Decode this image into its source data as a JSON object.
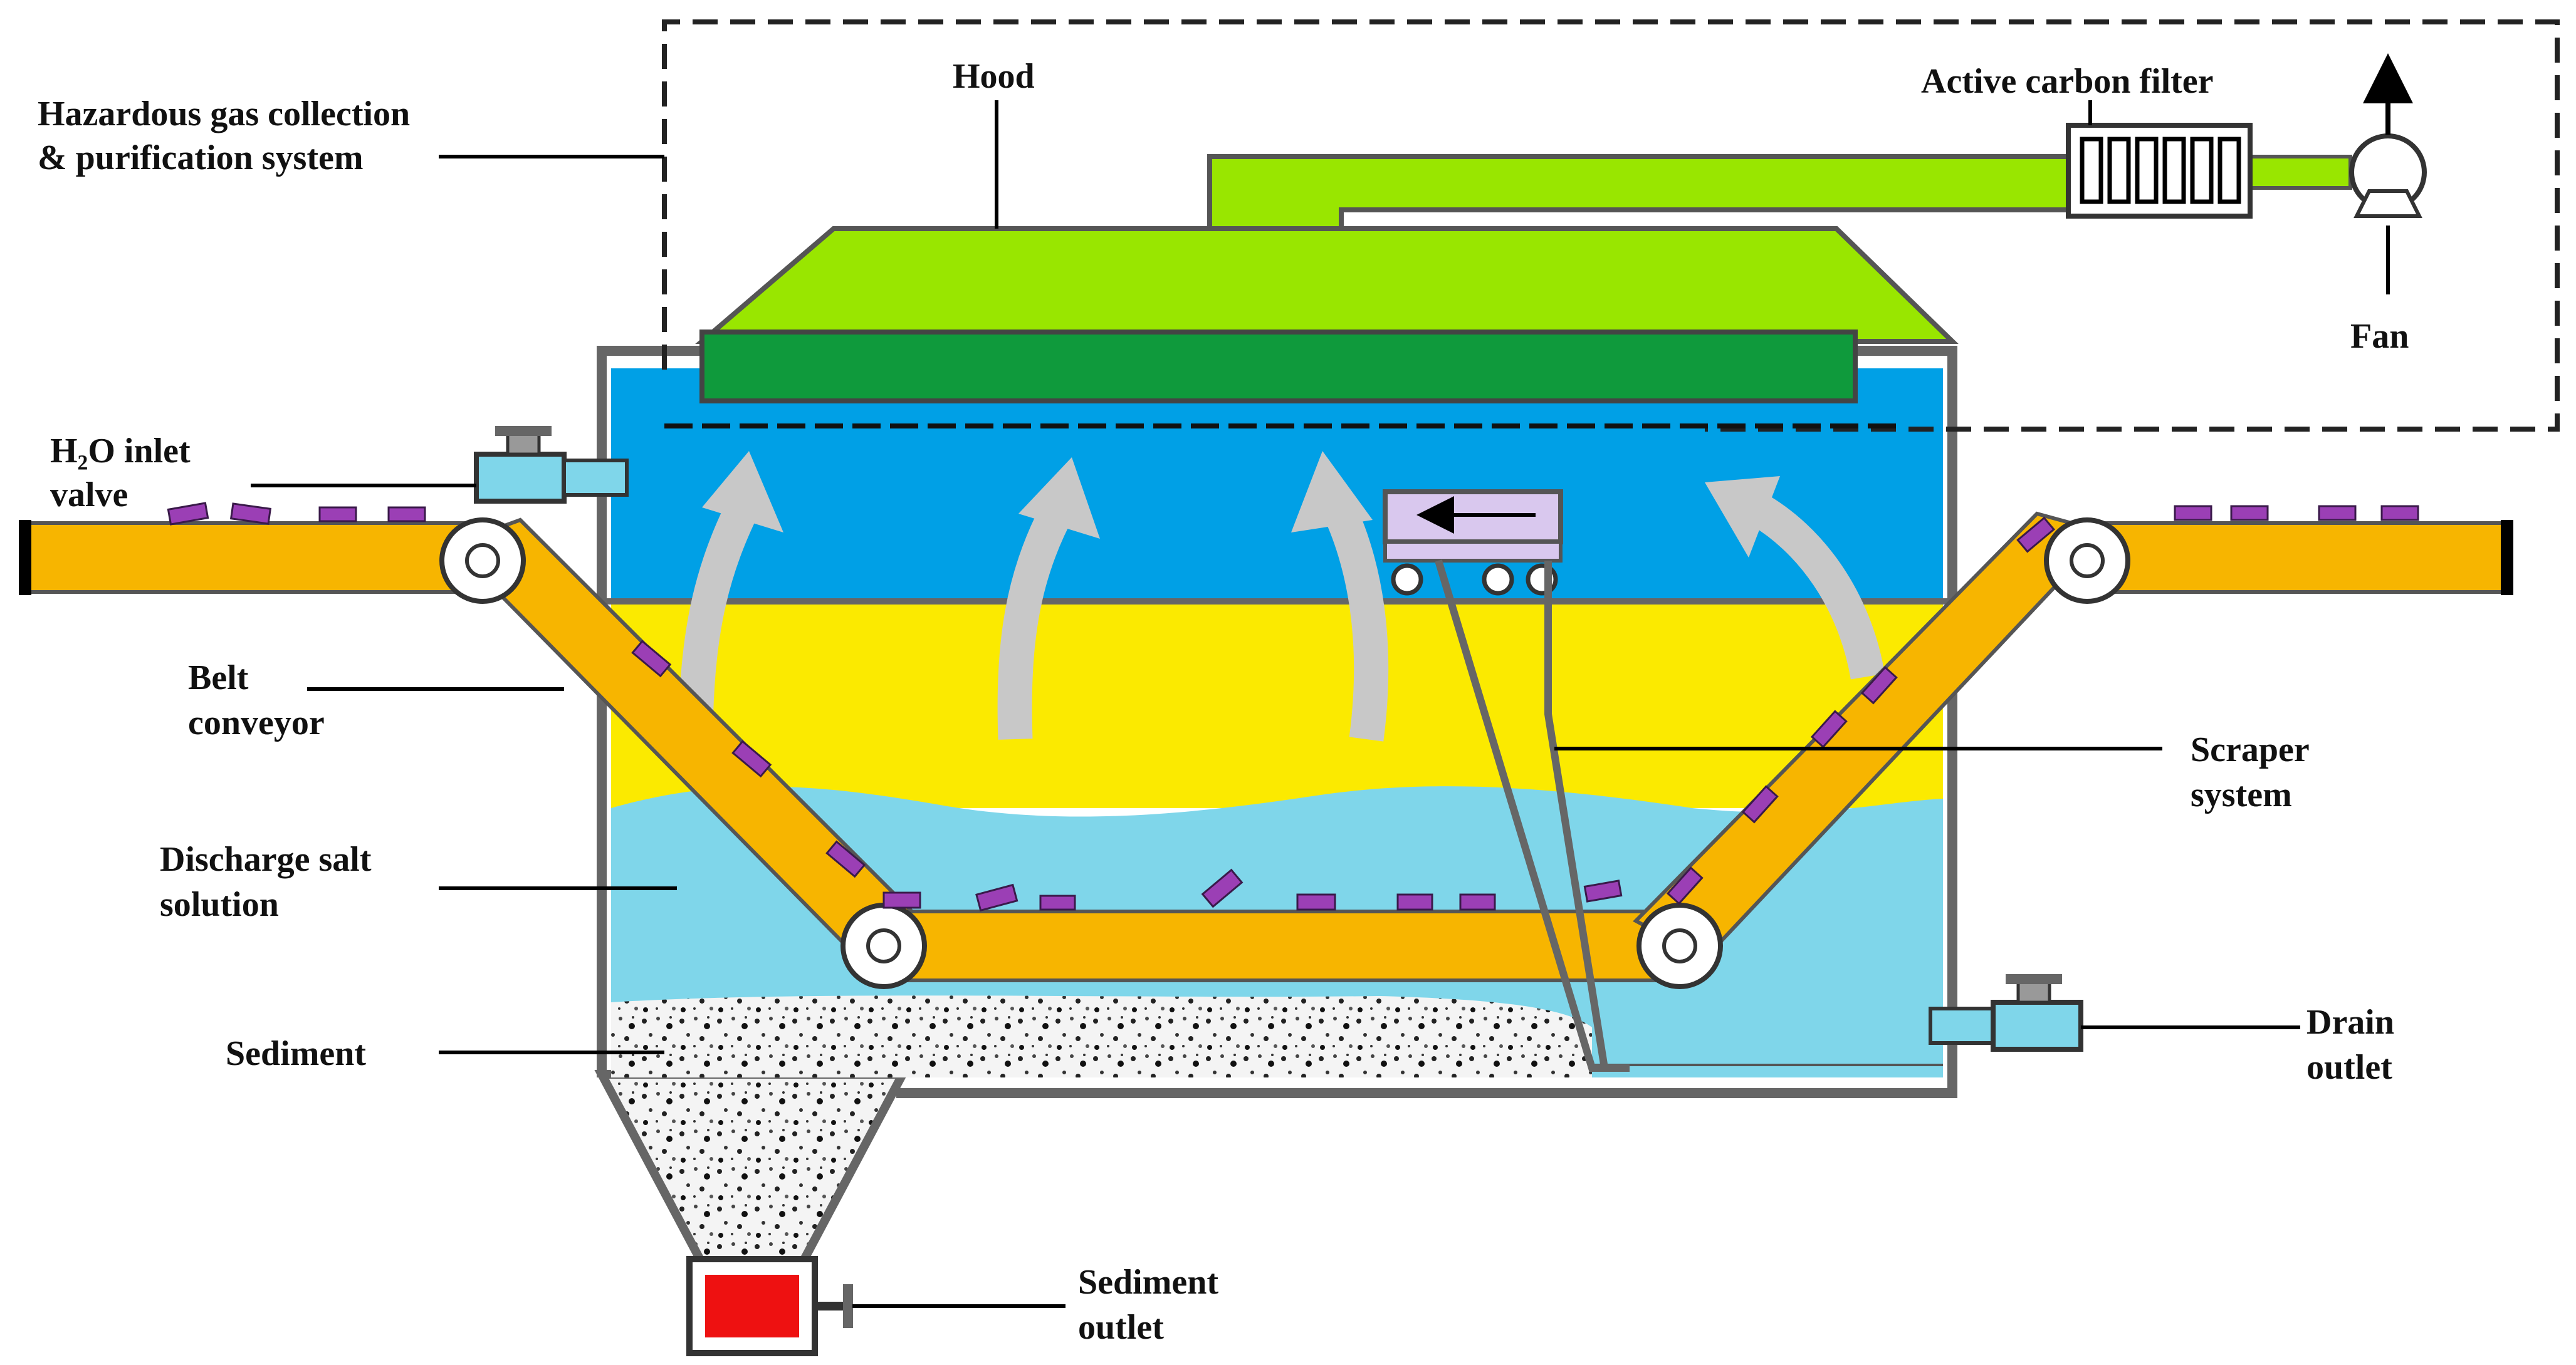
{
  "labels": {
    "gas_system": [
      "Hazardous gas collection",
      "& purification system"
    ],
    "hood": "Hood",
    "carbon_filter": "Active carbon filter",
    "fan": "Fan",
    "h2o_inlet": [
      "H₂O inlet",
      "valve"
    ],
    "belt_conveyor": [
      "Belt",
      "conveyor"
    ],
    "scraper_system": [
      "Scraper",
      "system"
    ],
    "discharge_salt": [
      "Discharge salt",
      "solution"
    ],
    "sediment": "Sediment",
    "drain_outlet": [
      "Drain",
      "outlet"
    ],
    "sediment_outlet": [
      "Sediment",
      "outlet"
    ]
  },
  "colors": {
    "hood_light": "#99e600",
    "hood_dark": "#0f9a3c",
    "water_blue": "#00a0e6",
    "gas_yellow": "#fbea00",
    "salt_solution": "#7fd6ea",
    "belt_orange": "#f7b500",
    "salt_pieces": "#9b3fb5",
    "sediment": "#f2f2f2",
    "outlet_red": "#ee1111",
    "arrow_gray": "#c8c8c8",
    "scraper_lavender": "#d9c8ee"
  }
}
